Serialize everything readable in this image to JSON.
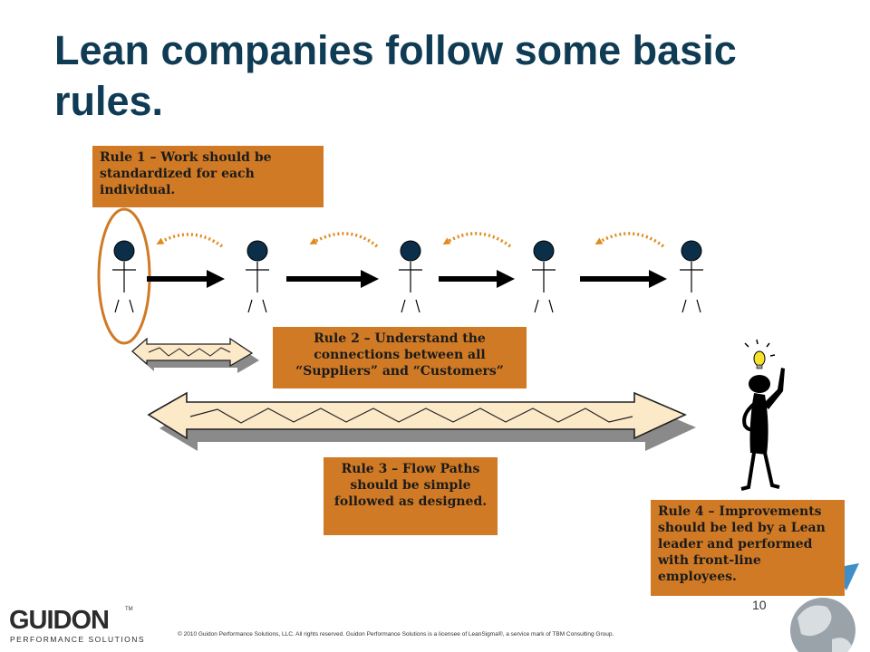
{
  "slide": {
    "title": "Lean companies follow some basic rules.",
    "page_number": "10"
  },
  "rules": [
    {
      "text": "Rule 1 – Work should be standardized for each individual."
    },
    {
      "text": "Rule 2 – Understand the connections between all “Suppliers” and “Customers”"
    },
    {
      "text": "Rule 3 – Flow Paths should be simple followed as designed."
    },
    {
      "text": "Rule 4 – Improvements should be led by a Lean leader and performed with front-line employees."
    }
  ],
  "footer": {
    "logo_name": "GUIDON",
    "logo_tagline": "PERFORMANCE SOLUTIONS",
    "trademark": "TM",
    "copyright": "© 2010 Guidon Performance Solutions, LLC.  All rights reserved. Guidon Performance Solutions  is a licensee of LeanSigma®, a service mark of TBM Consulting Group."
  },
  "colors": {
    "title": "#0f3b55",
    "rule_box": "#d07a25",
    "figure_head": "#0c2f49",
    "feedback_arrow": "#e08a1e"
  },
  "icons": [
    "stick-figure-icon",
    "lightbulb-icon",
    "globe-icon",
    "zigzag-arrow-icon"
  ]
}
